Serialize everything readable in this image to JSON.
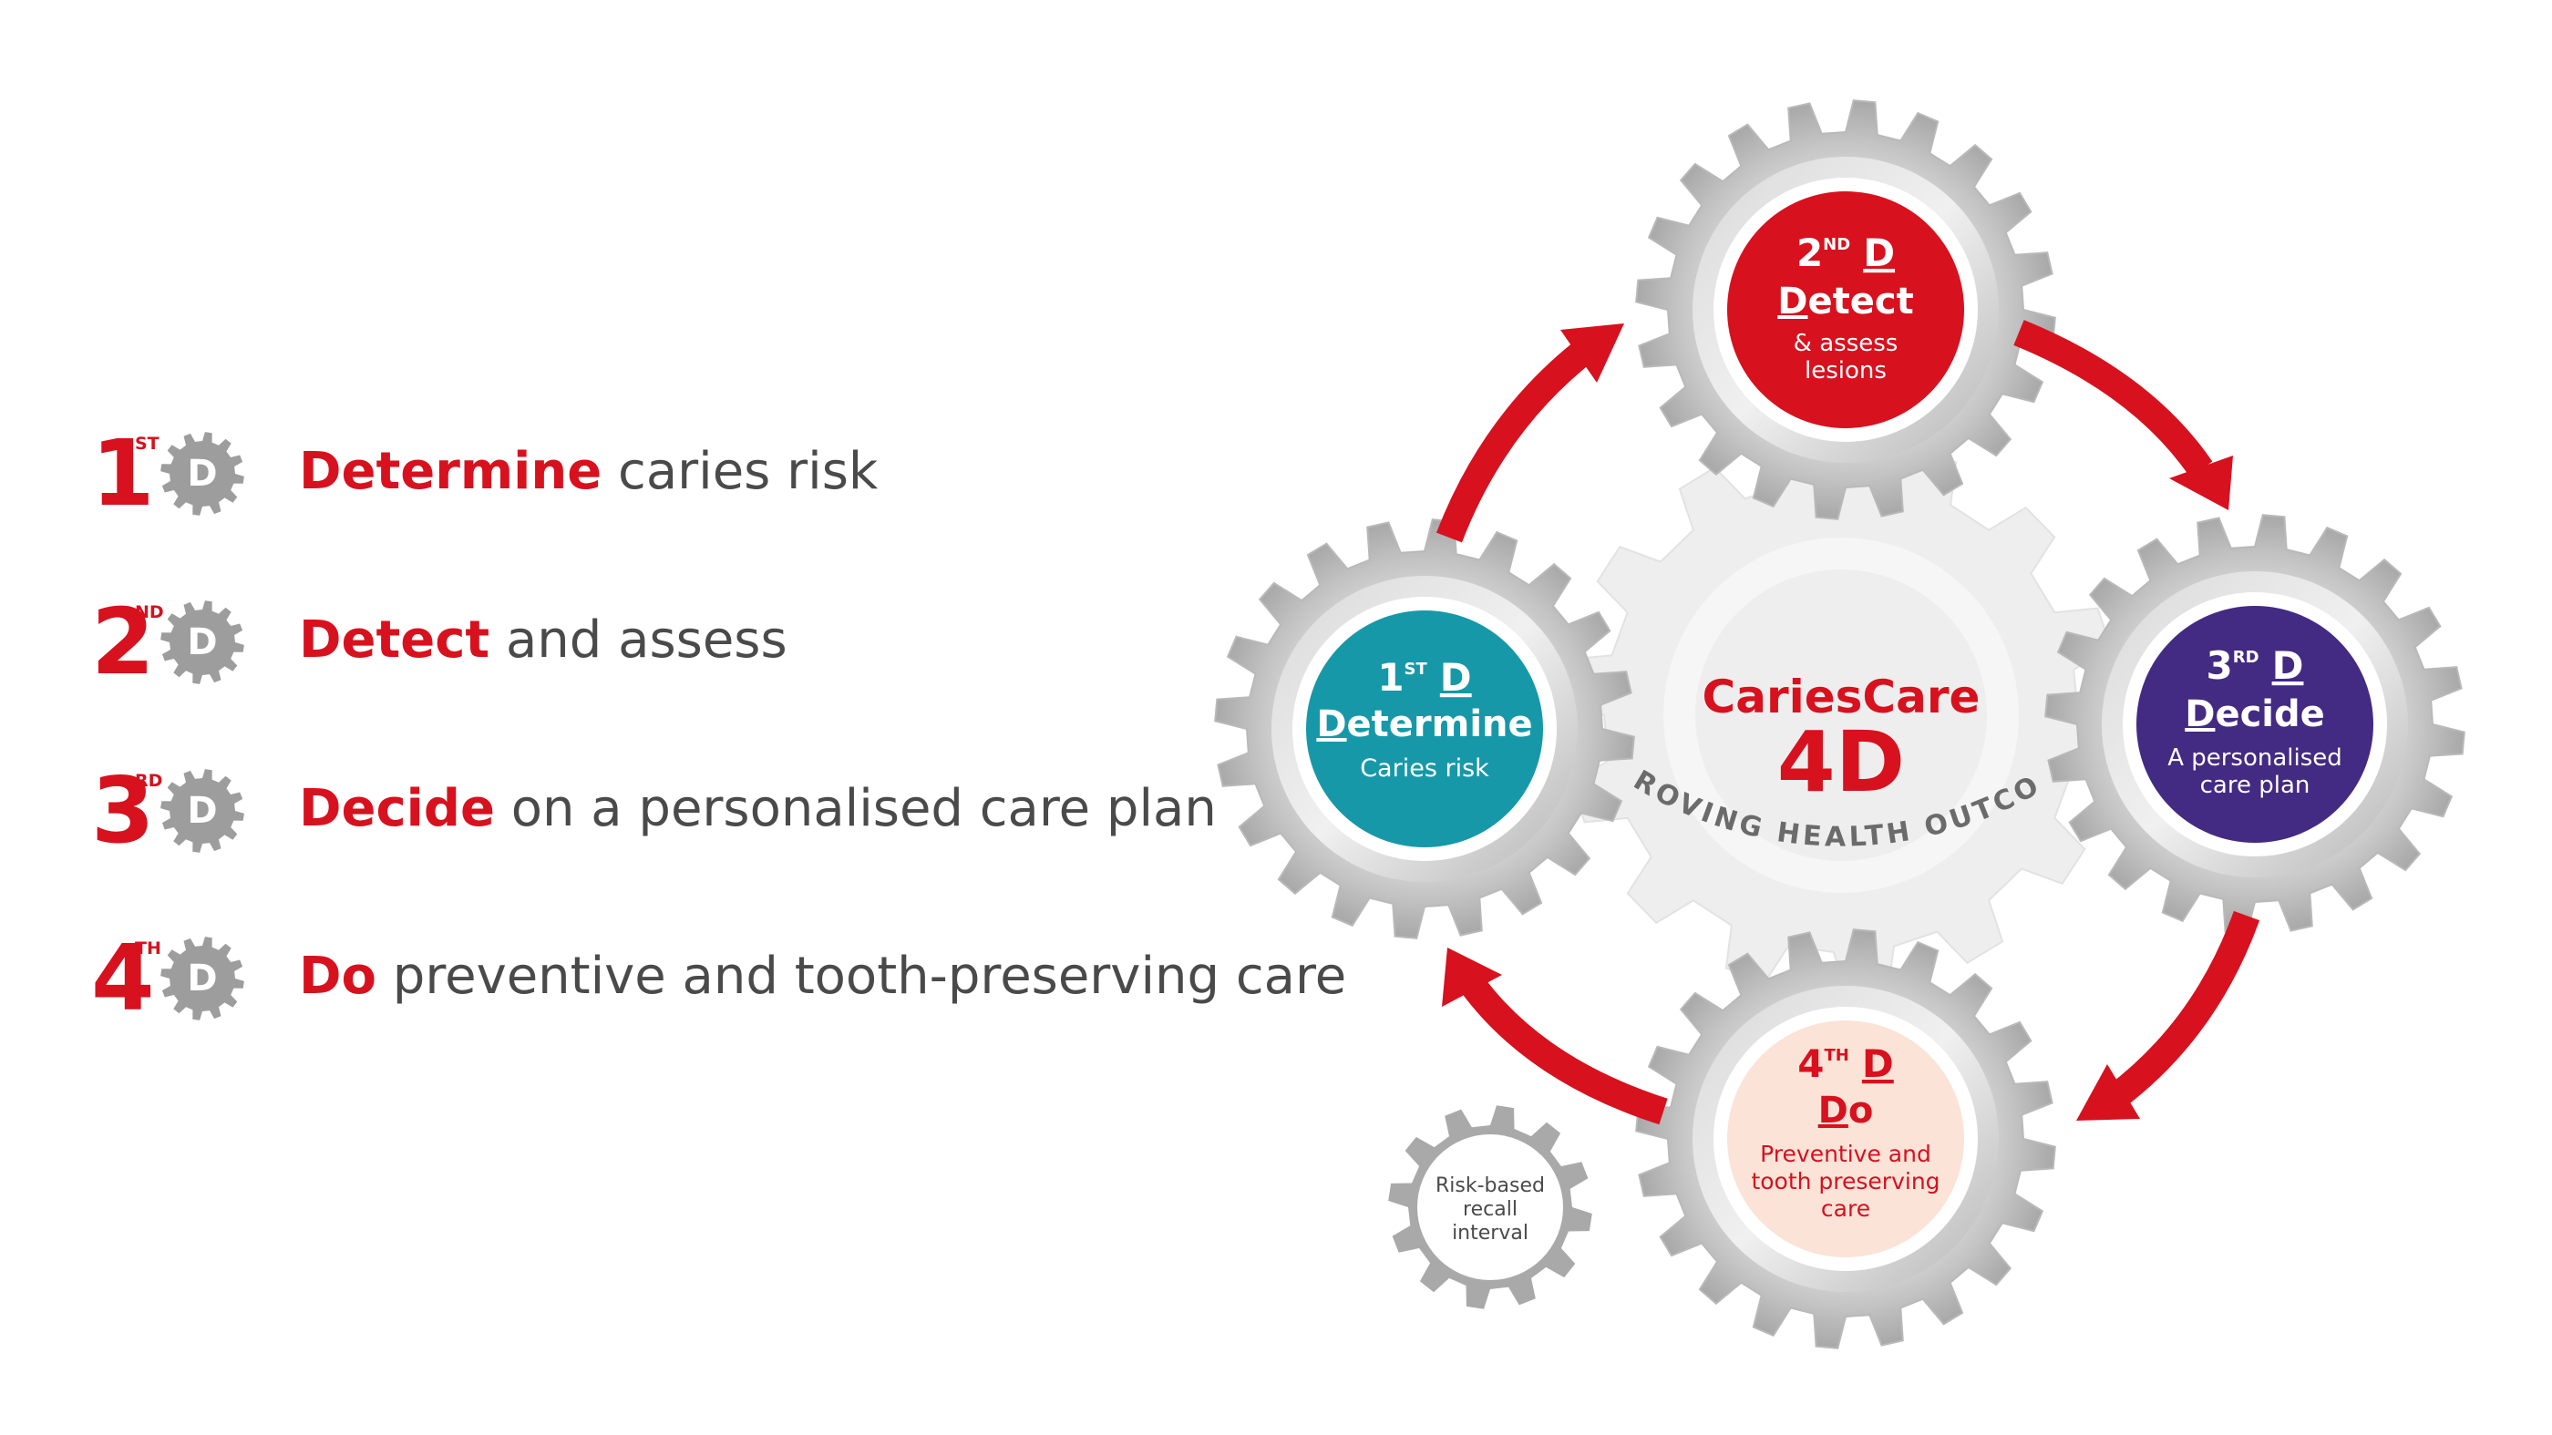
{
  "legend": [
    {
      "num": "1",
      "sup": "ST",
      "letter": "D",
      "keyword": "Determine",
      "rest": " caries risk"
    },
    {
      "num": "2",
      "sup": "ND",
      "letter": "D",
      "keyword": "Detect",
      "rest": " and assess"
    },
    {
      "num": "3",
      "sup": "RD",
      "letter": "D",
      "keyword": "Decide",
      "rest": " on a personalised care plan"
    },
    {
      "num": "4",
      "sup": "TH",
      "letter": "D",
      "keyword": "Do",
      "rest": " preventive and tooth-preserving care"
    }
  ],
  "center": {
    "title": "CariesCare",
    "big": "4D",
    "arc_text": "IMPROVING HEALTH OUTCOMES"
  },
  "nodes": [
    {
      "id": "detect",
      "num": "2",
      "sup": "ND",
      "d": "D",
      "word_first": "D",
      "word_rest": "etect",
      "desc": [
        "& assess",
        "lesions"
      ],
      "color": "#d7111e",
      "text_color": "#ffffff"
    },
    {
      "id": "determine",
      "num": "1",
      "sup": "ST",
      "d": "D",
      "word_first": "D",
      "word_rest": "etermine",
      "desc": [
        "Caries risk"
      ],
      "color": "#1798a8",
      "text_color": "#ffffff"
    },
    {
      "id": "decide",
      "num": "3",
      "sup": "RD",
      "d": "D",
      "word_first": "D",
      "word_rest": "ecide",
      "desc": [
        "A personalised",
        "care plan"
      ],
      "color": "#432a82",
      "text_color": "#ffffff"
    },
    {
      "id": "do",
      "num": "4",
      "sup": "TH",
      "d": "D",
      "word_first": "D",
      "word_rest": "o",
      "desc": [
        "Preventive and",
        "tooth preserving",
        "care"
      ],
      "color": "#fbe3d8",
      "text_color": "#d7111e"
    }
  ],
  "recall": [
    "Risk-based",
    "recall",
    "interval"
  ],
  "colors": {
    "accent_red": "#d7111e",
    "gear_light": "#ededed",
    "gear_dark": "#a9a9a9",
    "text_grey": "#4a4a4a"
  }
}
